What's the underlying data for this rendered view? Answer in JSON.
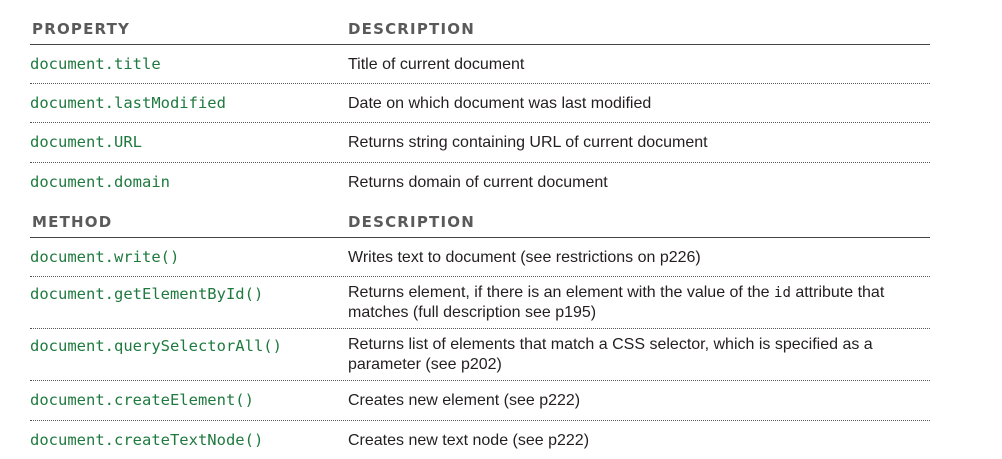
{
  "properties": {
    "header": {
      "col1": "PROPERTY",
      "col2": "DESCRIPTION"
    },
    "rows": [
      {
        "code": "document.title",
        "desc": "Title of current document"
      },
      {
        "code": "document.lastModified",
        "desc": "Date on which document was last modified"
      },
      {
        "code": "document.URL",
        "desc": "Returns string containing URL of current document"
      },
      {
        "code": "document.domain",
        "desc": "Returns domain of current document"
      }
    ]
  },
  "methods": {
    "header": {
      "col1": "METHOD",
      "col2": "DESCRIPTION"
    },
    "rows": [
      {
        "code": "document.write()",
        "desc": "Writes text to document (see restrictions on p226)"
      },
      {
        "code": "document.getElementById()",
        "desc_before": "Returns element, if there is an element with the value of the ",
        "desc_code": "id",
        "desc_after": " attribute that matches (full description see p195)"
      },
      {
        "code": "document.querySelectorAll()",
        "desc": "Returns list of elements that match a CSS selector, which is specified as a parameter (see p202)"
      },
      {
        "code": "document.createElement()",
        "desc": "Creates new element (see p222)"
      },
      {
        "code": "document.createTextNode()",
        "desc": "Creates new text node (see p222)"
      }
    ]
  },
  "colors": {
    "code": "#1f7a3f",
    "header": "#5a5a5a",
    "text": "#231f20"
  }
}
